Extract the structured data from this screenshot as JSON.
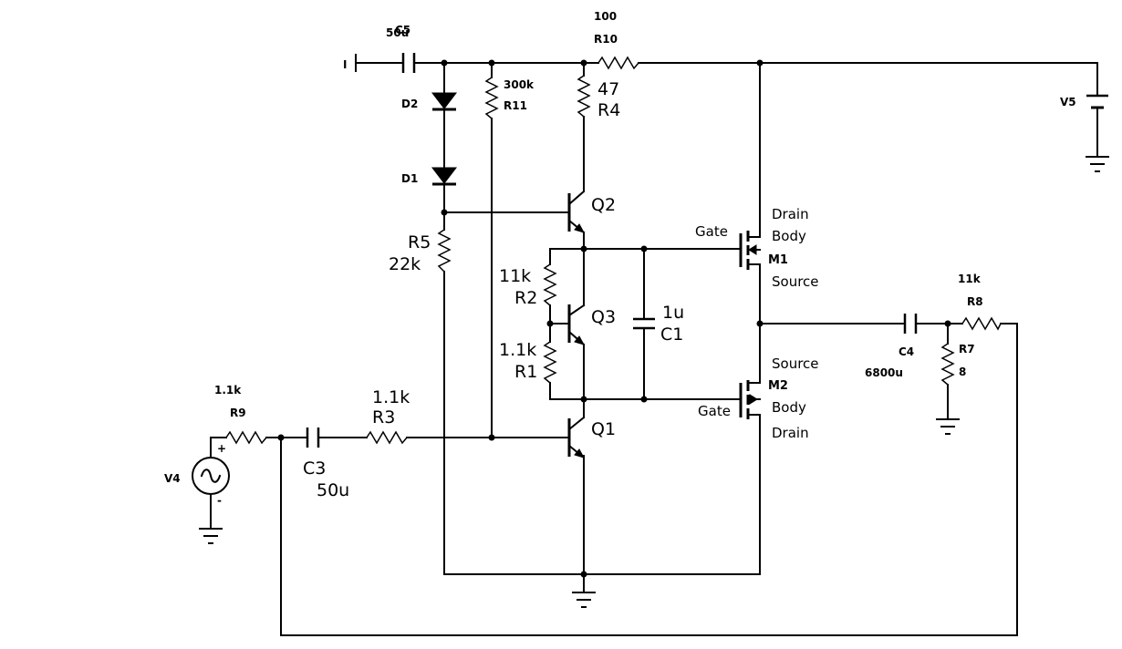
{
  "components": {
    "C5": {
      "name": "C5",
      "value": "50u"
    },
    "R10": {
      "name": "R10",
      "value": "100"
    },
    "R11": {
      "name": "R11",
      "value": "300k"
    },
    "R4": {
      "name": "R4",
      "value": "47"
    },
    "D2": {
      "name": "D2"
    },
    "D1": {
      "name": "D1"
    },
    "Q2": {
      "name": "Q2"
    },
    "Q3": {
      "name": "Q3"
    },
    "Q1": {
      "name": "Q1"
    },
    "R5": {
      "name": "R5",
      "value": "22k"
    },
    "R2": {
      "name": "R2",
      "value": "11k"
    },
    "R1": {
      "name": "R1",
      "value": "1.1k"
    },
    "C1": {
      "name": "C1",
      "value": "1u"
    },
    "M1": {
      "name": "M1",
      "pins": {
        "drain": "Drain",
        "body": "Body",
        "source": "Source",
        "gate": "Gate"
      }
    },
    "M2": {
      "name": "M2",
      "pins": {
        "source": "Source",
        "body": "Body",
        "drain": "Drain",
        "gate": "Gate"
      }
    },
    "R8": {
      "name": "R8",
      "value": "11k"
    },
    "R7": {
      "name": "R7",
      "value": "8"
    },
    "C4": {
      "name": "C4",
      "value": "6800u"
    },
    "R9": {
      "name": "R9",
      "value": "1.1k"
    },
    "R3": {
      "name": "R3",
      "value": "1.1k"
    },
    "C3": {
      "name": "C3",
      "value": "50u"
    },
    "V4": {
      "name": "V4",
      "plus": "+",
      "minus": "-"
    },
    "V5": {
      "name": "V5"
    }
  },
  "terminal_mark": "I"
}
